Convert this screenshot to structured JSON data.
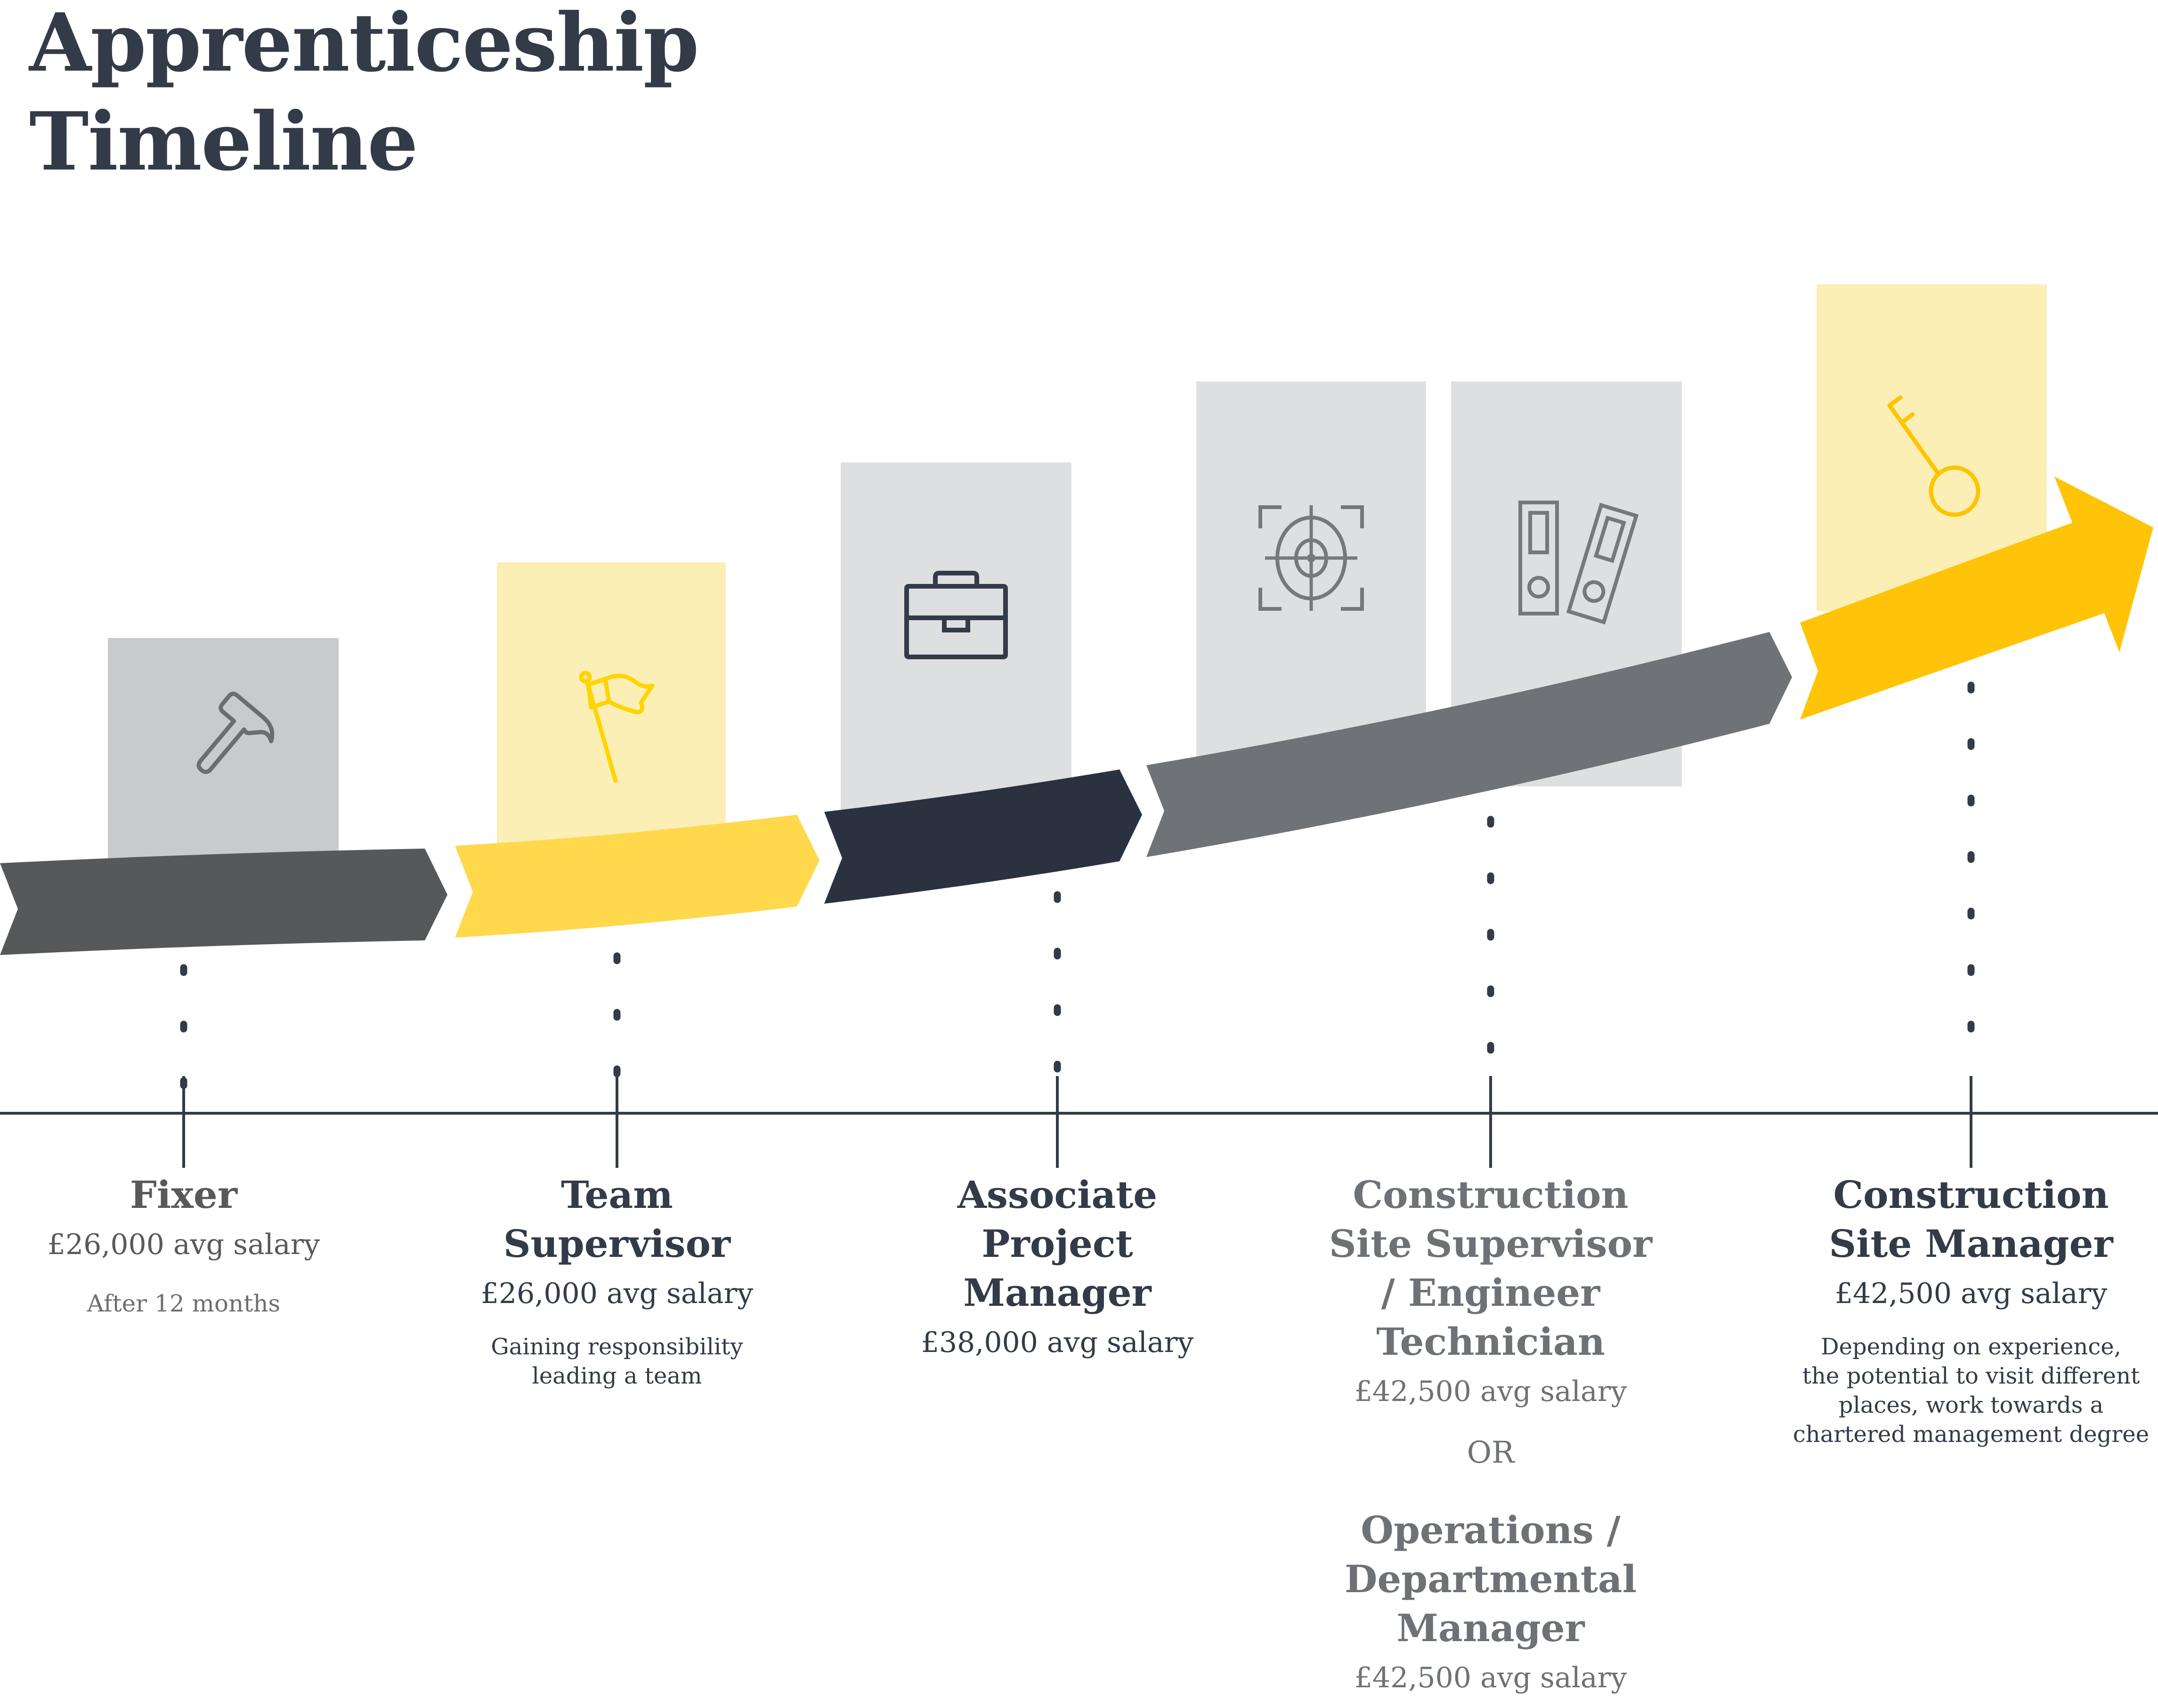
{
  "title": {
    "line1": "Apprenticeship",
    "line2": "Timeline"
  },
  "colors": {
    "navy": "#333b48",
    "band_dark_gray": "#57585a",
    "band_yellow": "#ffd84c",
    "band_navy": "#2a3240",
    "band_gray": "#6f7276",
    "band_gold": "#ffc408",
    "box_gray_dark": "#c9cacc",
    "box_gray_light": "#dedfe0",
    "box_yellow": "#fcefb5",
    "icon_gray": "#6b6d70",
    "icon_gray_light": "#75787c",
    "icon_yellow": "#ffd400",
    "icon_gold": "#ffc400",
    "icon_navy": "#333b48",
    "text_gray_dark": "#58595b",
    "text_gray": "#6e7176",
    "text_gray_light": "#6d6e71",
    "axis": "#333b48"
  },
  "stages": [
    {
      "name": "fixer",
      "icon": "hammer-icon",
      "title_lines": [
        "Fixer"
      ],
      "salary": "£26,000 avg salary",
      "desc_lines": [
        "After 12 months"
      ]
    },
    {
      "name": "team-supervisor",
      "icon": "flag-icon",
      "title_lines": [
        "Team",
        "Supervisor"
      ],
      "salary": "£26,000 avg salary",
      "desc_lines": [
        "Gaining responsibility",
        "leading a team"
      ]
    },
    {
      "name": "associate-project-manager",
      "icon": "briefcase-icon",
      "title_lines": [
        "Associate",
        "Project",
        "Manager"
      ],
      "salary": "£38,000 avg salary",
      "desc_lines": []
    },
    {
      "name": "construction-site-supervisor-engineer-technician",
      "icon": "target-icon",
      "icon2": "binders-icon",
      "title_lines": [
        "Construction",
        "Site Supervisor",
        "/ Engineer",
        "Technician"
      ],
      "salary": "£42,500 avg salary",
      "or_label": "OR",
      "alt_title_lines": [
        "Operations /",
        "Departmental",
        "Manager"
      ],
      "alt_salary": "£42,500 avg salary"
    },
    {
      "name": "construction-site-manager",
      "icon": "key-icon",
      "title_lines": [
        "Construction",
        "Site Manager"
      ],
      "salary": "£42,500 avg salary",
      "desc_lines": [
        "Depending on experience,",
        "the potential to visit different",
        "places, work towards a",
        "chartered management degree"
      ]
    }
  ]
}
